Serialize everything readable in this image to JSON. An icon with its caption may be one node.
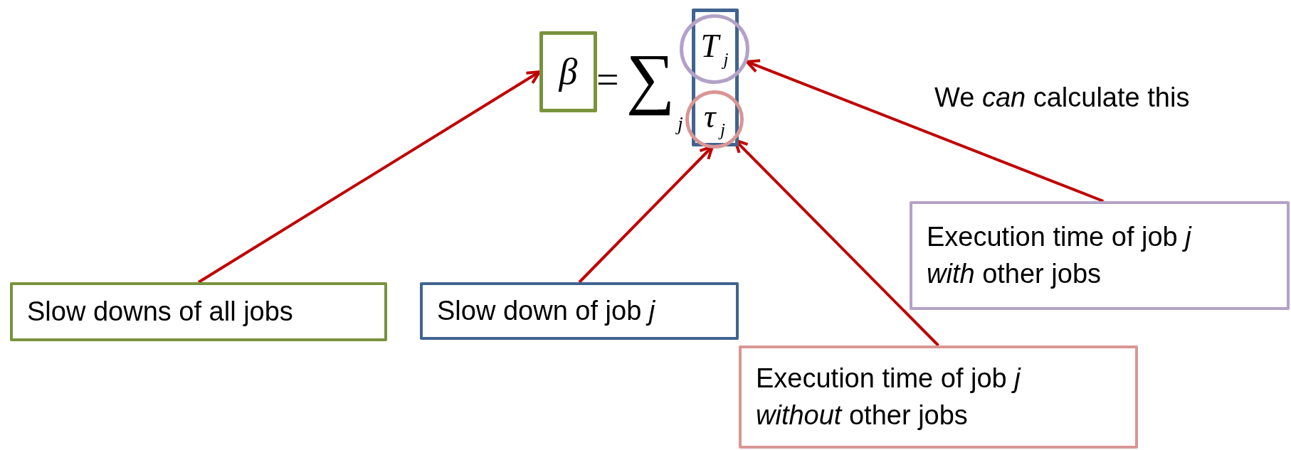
{
  "diagram": {
    "nodes": [
      {
        "text": [
          "β"
        ]
      },
      {
        "text": [],
        "shape": "box"
      },
      {
        "text": [
          "T$_{j}$"
        ]
      },
      {
        "text": [
          "τ$_{j}$"
        ]
      },
      {
        "text": [
          "Slow downs of all jobs"
        ]
      },
      {
        "text": [
          "Slow down of job *j*"
        ]
      },
      {
        "text": [
          "Execution time of job *j* *with* other jobs"
        ]
      },
      {
        "text": [
          "Execution time of job *j* *without* other jobs"
        ]
      }
    ],
    "edges": [
      {
        "from": 4,
        "to": 0,
        "arrow": "to"
      },
      {
        "from": 5,
        "to": 1,
        "arrow": "to"
      },
      {
        "from": 7,
        "to": 3,
        "arrow": "to"
      },
      {
        "from": 6,
        "to": 2,
        "arrow": "to"
      }
    ],
    "labels": [
      "=",
      "∑",
      "j",
      "We *can* calculate this"
    ]
  }
}
